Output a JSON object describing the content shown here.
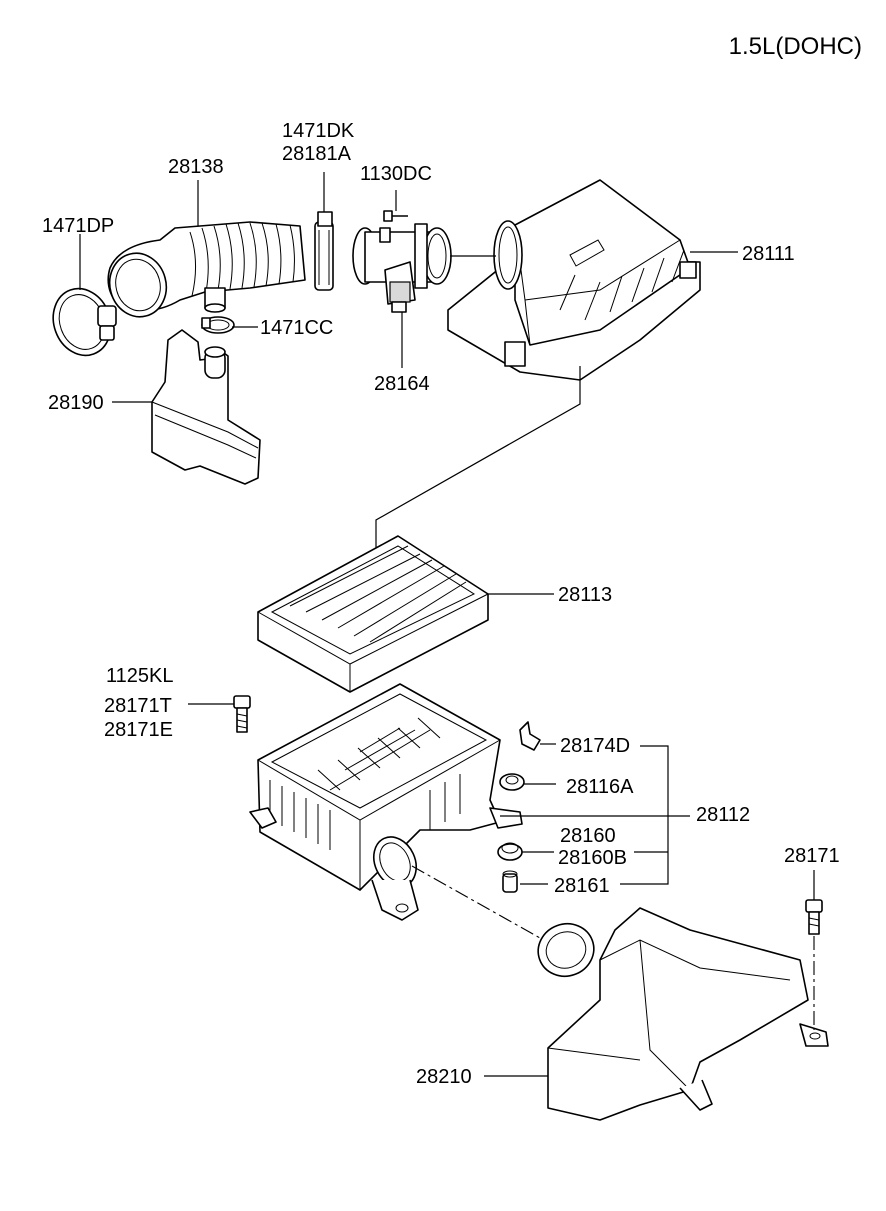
{
  "title": "1.5L(DOHC)",
  "labels": {
    "p1471DK": "1471DK",
    "p28181A": "28181A",
    "p28138": "28138",
    "p1130DC": "1130DC",
    "p1471DP": "1471DP",
    "p28111": "28111",
    "p1471CC": "1471CC",
    "p28164": "28164",
    "p28190": "28190",
    "p28113": "28113",
    "p1125KL": "1125KL",
    "p28171T": "28171T",
    "p28171E": "28171E",
    "p28174D": "28174D",
    "p28116A": "28116A",
    "p28112": "28112",
    "p28160": "28160",
    "p28160B": "28160B",
    "p28161": "28161",
    "p28171": "28171",
    "p28210": "28210"
  }
}
